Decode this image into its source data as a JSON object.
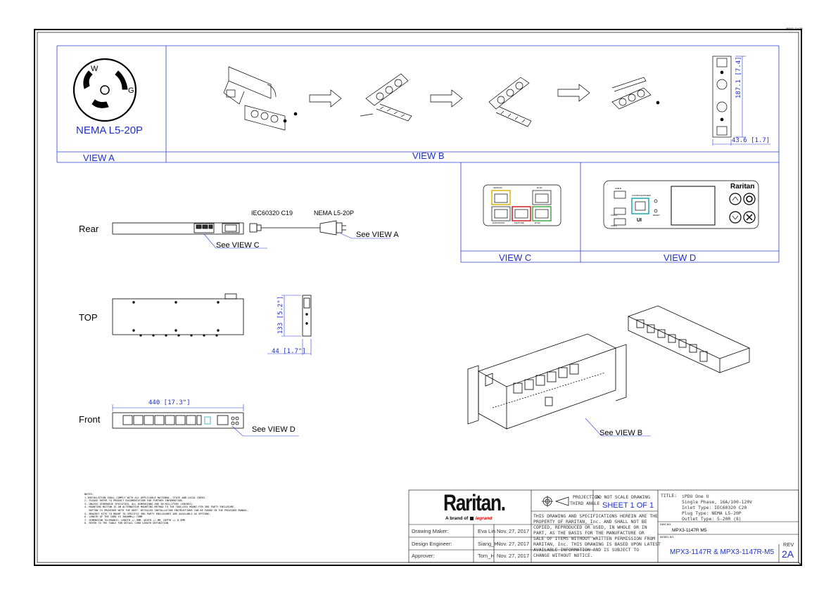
{
  "corner_tag": "MPX3-1147R",
  "view_a": {
    "plug_w": "W",
    "plug_g": "G",
    "plug_name": "NEMA L5-20P",
    "label": "VIEW A"
  },
  "view_b": {
    "label": "VIEW B",
    "dim_height": "187.1 [7.4]",
    "dim_width": "43.6 [1.7]"
  },
  "view_c": {
    "label": "VIEW C",
    "ports": [
      "SENSOR",
      "ETH1",
      "EXPANSION",
      "FEATURE",
      "ETH2"
    ]
  },
  "view_d": {
    "label": "VIEW D",
    "brand": "Raritan",
    "ports": [
      "USB-B",
      "CONSOLE/MODEM",
      "USB-A",
      "USB-A",
      "RESET"
    ],
    "ui_logo": "UI"
  },
  "rear": {
    "label": "Rear",
    "connector_c19": "IEC60320  C19",
    "connector_plug": "NEMA L5-20P",
    "see_a": "See VIEW A",
    "see_c": "See VIEW C"
  },
  "top": {
    "label": "TOP",
    "dim_height": "133 [5.2\"]",
    "dim_width": "44 [1.7\"]"
  },
  "front": {
    "label": "Front",
    "dim_width": "440 [17.3\"]",
    "see_d": "See VIEW D"
  },
  "iso": {
    "see_b": "See VIEW B"
  },
  "notes": {
    "title": "NOTES:",
    "lines": [
      "1.INSTALLATION SHALL COMPLY WITH ALL APPLICABLE NATIONAL, STATE AND LOCAL CODES.",
      "2. PLEASE REFER TO PRODUCT DOCUMENTATION FOR FURTHER INFORMATION.",
      "3. UNLESS OTHERWISE SPECIFIED, ALL DIMENSIONS ARE IN MILLITERS (INCHES).",
      "4. MOUNTING BUTTON IS AN ALTERNATIVE MOUNTING METHOD TO THE TOOLLESS MOUNT FOR 3RD PARTY ENCLOSURE.",
      "   BUTTON IS PROVIDED WITH THE UNIT. DETAILED INSTALLATION INSTRUCTIONS CAN BE FOUND IN THE PROVIDED MANUAL.",
      "5. BRACKET KITS TO MOUNT TO SPECIFIC 3RD PARTY ENCLOSURES ARE AVAILABLE AS OPTIONS.",
      "6. LENGTH OF THE CORD IS 3000MM+/-75MM",
      "7. DIMENSION TOLERANCE: LENGTH +/-3MM, WIDTH +/-MM, DEPTH +/-0.5MM",
      "8. REFER TO THE TABLE FOR DETAIL CORD LENGTH DEFINITION"
    ]
  },
  "title_block": {
    "company": "Raritan.",
    "tagline_prefix": "A brand of",
    "tagline_brand": "legrand",
    "drawing_maker_label": "Drawing Maker:",
    "drawing_maker": "Eva Lin",
    "drawing_maker_date": "Nov. 27, 2017",
    "design_engineer_label": "Design Engineer:",
    "design_engineer": "Siang_H",
    "design_engineer_date": "Nov. 27, 2017",
    "approver_label": "Approver:",
    "approver": "Tom_H",
    "approver_date": "Nov. 27, 2017",
    "projection_line1": "PROJECTION",
    "projection_line2": "THIRD ANGLE",
    "do_not_scale": "DO NOT SCALE DRAWING",
    "sheet": "SHEET 1 OF 1",
    "disclaimer": [
      "THIS DRAWING AND SPECIFICATIONS HEREIN ARE THE",
      "PROPERTY OF RARITAN, Inc. AND SHALL NOT BE",
      "COPIED, REPRODUCED OR USED, IN WHOLE OR IN",
      "PART, AS THE BASIS FOR THE MANUFACTURE OR",
      "SALE OF ITEMS WITHOUT WRITTEN PERMISSION FROM",
      "RARITAN, Inc. THIS DRAWING IS BASED UPON LATEST",
      "AVAILABLE INFORMATION AND IS SUBJECT TO",
      "CHANGE WITHOUT NOTICE."
    ],
    "title_label": "TITLE:",
    "title_lines": [
      "iPDU One U",
      "Single Phase, 16A/100-120V",
      "Inlet Type: IEC60320 C20",
      "Plug Type: NEMA L5-20P",
      "Outlet Type: 5-20R (8)"
    ],
    "dwg_no_label": "DWG NO:",
    "dwg_no": "MPX3-1147R M5",
    "model_no_label": "MODEL NO.",
    "model_no": "MPX3-1147R & MPX3-1147R-M5",
    "rev_label": "REV",
    "rev": "2A"
  }
}
